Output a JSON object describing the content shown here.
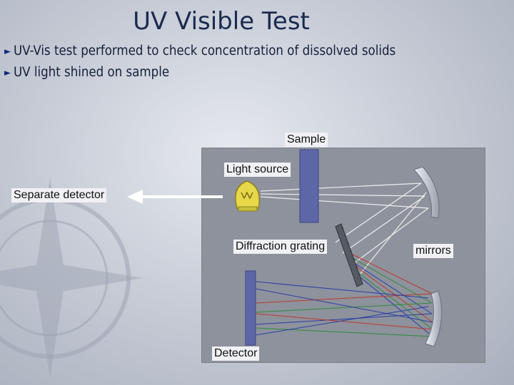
{
  "slide": {
    "title": "UV Visible Test",
    "bullets": [
      "UV-Vis test performed to check concentration of dissolved solids",
      "UV light shined on sample"
    ]
  },
  "diagram": {
    "labels": {
      "sample": "Sample",
      "light_source": "Light source",
      "separate_detector": "Separate detector",
      "diffraction_grating": "Diffraction grating",
      "mirrors": "mirrors",
      "detector": "Detector"
    }
  },
  "icons": {
    "bullet": "right-triangle-icon",
    "lamp": "light-bulb-icon",
    "arrow": "left-arrow-icon",
    "background": "compass-watermark"
  },
  "colors": {
    "title": "#1a2a50",
    "bullet_marker": "#0d2a7a",
    "panel": "#8d929c",
    "sample_cell": "#5d67a8",
    "lamp": "#e6d84a",
    "ray_red": "#c0392b",
    "ray_green": "#2e8b3a",
    "ray_blue": "#2a3fa8"
  }
}
